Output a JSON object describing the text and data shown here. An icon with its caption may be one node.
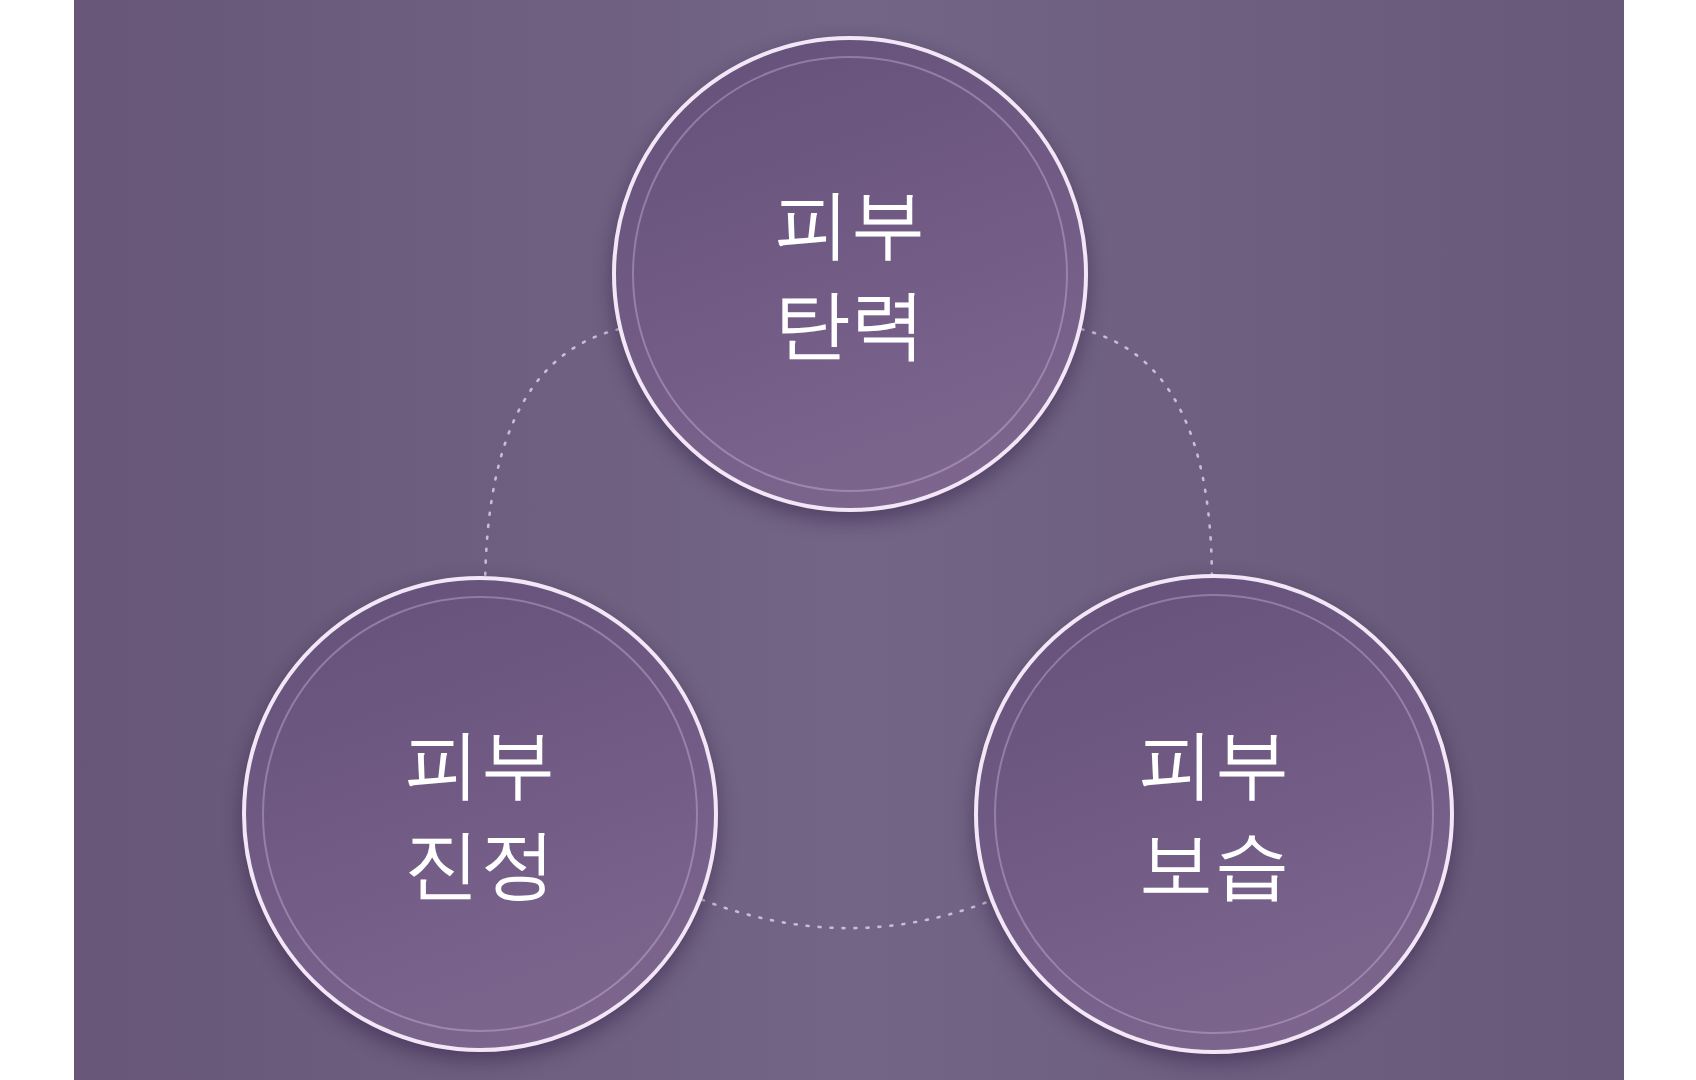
{
  "diagram": {
    "nodes": [
      {
        "text": [
          "피부 탄력"
        ]
      },
      {
        "text": [
          "피부 진정"
        ]
      },
      {
        "text": [
          "피부 보습"
        ]
      }
    ],
    "edges": [
      {
        "from": 0,
        "to": 1,
        "arrow": "none",
        "style": "dashed"
      },
      {
        "from": 0,
        "to": 2,
        "arrow": "none",
        "style": "dashed"
      },
      {
        "from": 1,
        "to": 2,
        "arrow": "none",
        "style": "dashed"
      }
    ]
  }
}
